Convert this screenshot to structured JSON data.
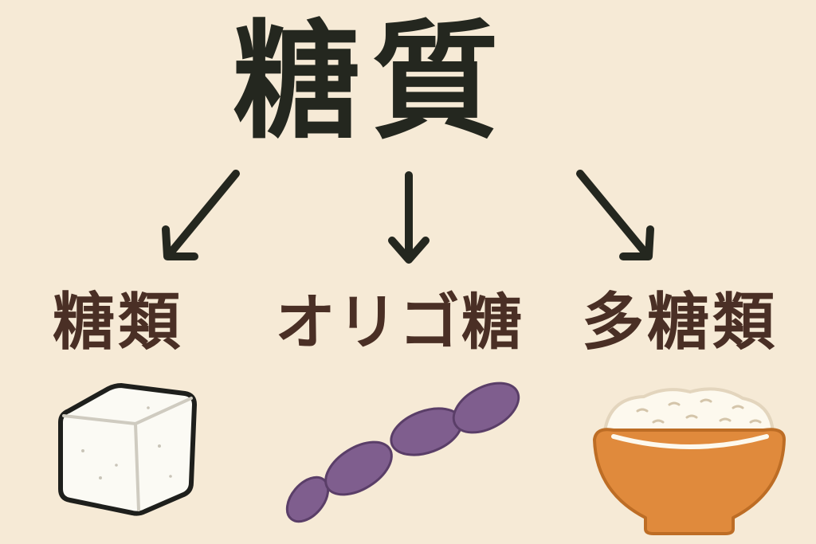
{
  "diagram": {
    "title": "糖質",
    "categories": [
      {
        "id": "sugars",
        "label": "糖類",
        "icon": "sugar-cube-icon"
      },
      {
        "id": "oligo",
        "label": "オリゴ糖",
        "icon": "linked-chain-icon"
      },
      {
        "id": "poly",
        "label": "多糖類",
        "icon": "rice-bowl-icon"
      }
    ]
  },
  "colors": {
    "background": "#f6ead6",
    "title_text": "#24271f",
    "label_text": "#4a2f25",
    "arrow": "#24271f",
    "sugar_cube_fill": "#fbfaf4",
    "chain_fill": "#7f5e8e",
    "bowl_fill": "#e08a3c",
    "rice_fill": "#fdf9ee"
  }
}
